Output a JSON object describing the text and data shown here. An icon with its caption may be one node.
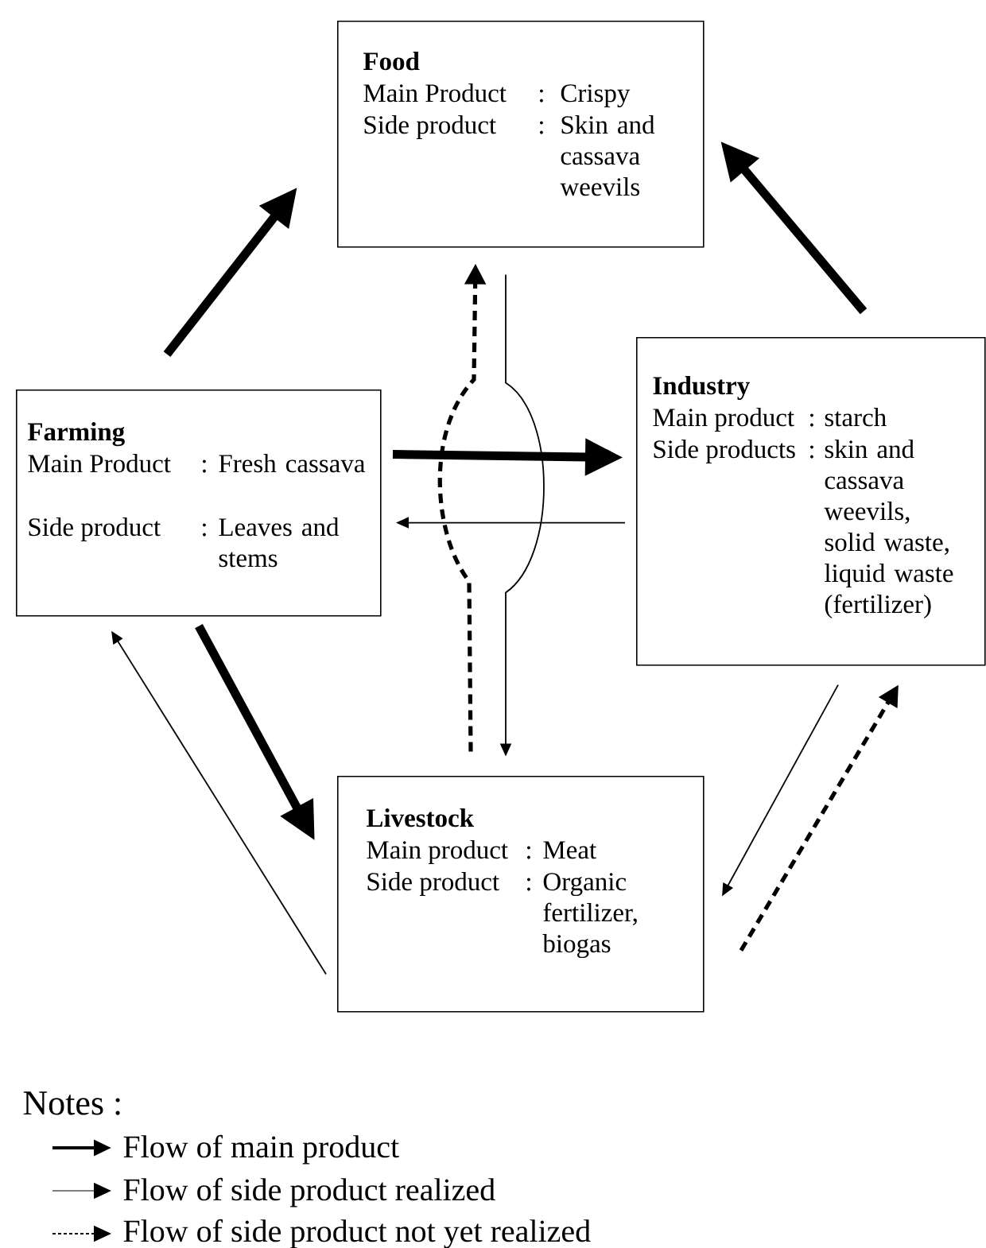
{
  "diagram": {
    "nodes": [
      {
        "text": [
          "Food",
          "Main Product",
          ":",
          "Crispy",
          "Side product",
          ":",
          "Skin and cassava weevils"
        ]
      },
      {
        "text": [
          "Farming",
          "Main Product",
          ":",
          "Fresh cassava",
          "Side product",
          ":",
          "Leaves and stems"
        ]
      },
      {
        "text": [
          "Industry",
          "Main product",
          ":",
          "starch",
          "Side products",
          ":",
          "skin and cassava weevils, solid waste, liquid waste (fertilizer)"
        ]
      },
      {
        "text": [
          "Livestock",
          "Main product",
          ":",
          "Meat",
          "Side product",
          ":",
          "Organic fertilizer, biogas"
        ]
      }
    ],
    "edges": [
      {
        "from": 1,
        "to": 0,
        "arrow": "to",
        "style": "thick"
      },
      {
        "from": 2,
        "to": 0,
        "arrow": "to",
        "style": "thick"
      },
      {
        "from": 1,
        "to": 2,
        "arrow": "to",
        "style": "thick"
      },
      {
        "from": 2,
        "to": 1,
        "arrow": "to"
      },
      {
        "from": 3,
        "to": 0,
        "arrow": "to",
        "style": "dashed"
      },
      {
        "from": 0,
        "to": 3,
        "arrow": "to"
      },
      {
        "from": 1,
        "to": 3,
        "arrow": "to",
        "style": "thick"
      },
      {
        "from": 3,
        "to": 1,
        "arrow": "to"
      },
      {
        "from": 2,
        "to": 3,
        "arrow": "to"
      },
      {
        "from": 3,
        "to": 2,
        "arrow": "to",
        "style": "dashed"
      }
    ],
    "labels": [
      "Notes :"
    ],
    "legend": [
      {
        "text": "Flow of main product"
      },
      {
        "text": "Flow of side product realized"
      },
      {
        "text": "Flow of side product not yet realized"
      }
    ]
  }
}
